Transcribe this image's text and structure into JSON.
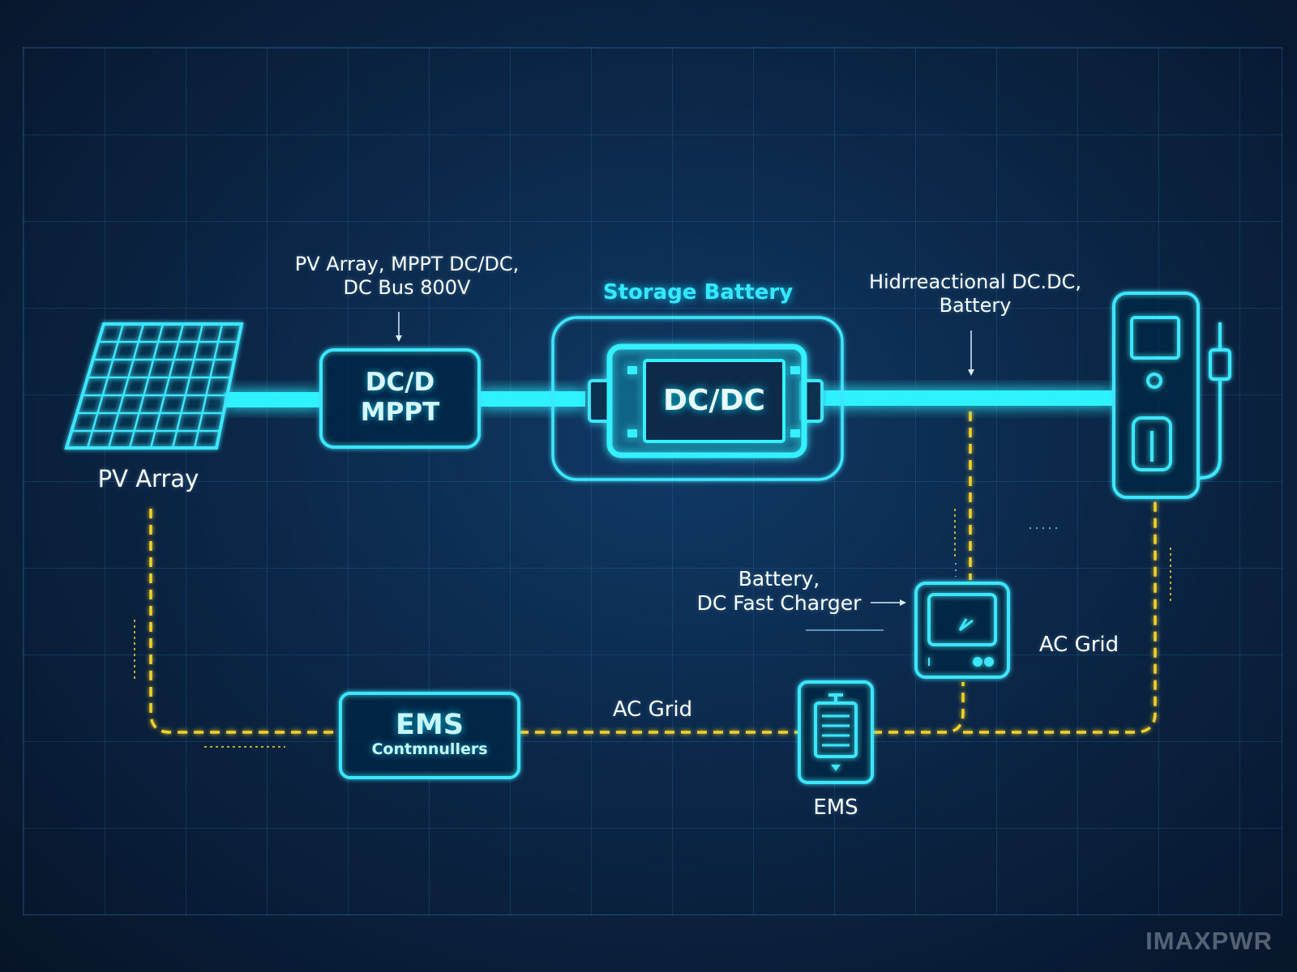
{
  "nodes": {
    "pv_array": {
      "label": "PV Array"
    },
    "mppt": {
      "line1": "DC/D",
      "line2": "MPPT"
    },
    "storage": {
      "title": "Storage Battery",
      "core": "DC/DC"
    },
    "ems_controller": {
      "title": "EMS",
      "subtitle": "Contmnullers"
    },
    "ems_device": {
      "label": "EMS"
    }
  },
  "annotations": {
    "top_left": {
      "line1": "PV Array, MPPT DC/DC,",
      "line2": "DC Bus 800V"
    },
    "top_right": {
      "line1": "Hidrreactional DC.DC,",
      "line2": "Battery"
    },
    "charger": {
      "line1": "Battery,",
      "line2": "DC Fast Charger"
    },
    "ac_grid_center": "AC Grid",
    "ac_grid_right": "AC Grid"
  },
  "colors": {
    "power_line": "#2ff3ff",
    "node_outline": "#3ee6ff",
    "signal_line": "#f2d22b",
    "background": "#0b2748"
  },
  "icons": [
    "solar-panel-icon",
    "battery-module-icon",
    "ev-charger-icon",
    "meter-icon",
    "ems-device-icon"
  ],
  "watermark": "IMAXPWR"
}
